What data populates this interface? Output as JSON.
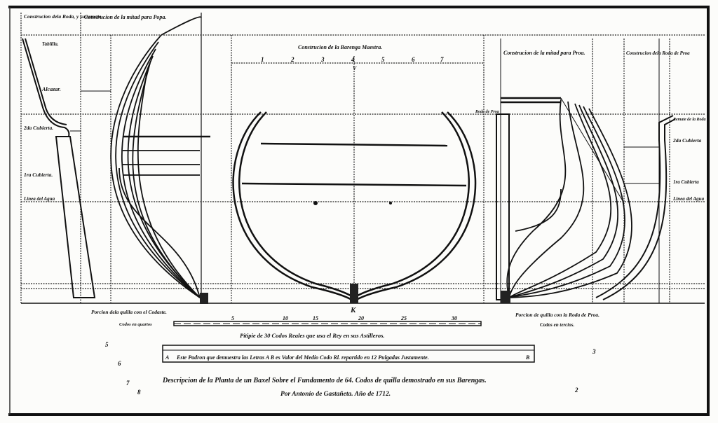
{
  "stern": {
    "roda_title": "Construcion dela Roda, y su remate.",
    "half_title": "Construcion de la mitad para Popa.",
    "labels": {
      "tablilla": "Tablilla.",
      "alcazar": "Alcazar.",
      "cubierta2": "2da Cubierta.",
      "cubierta1": "1ra Cubierta.",
      "linea_agua": "Linea del Agua"
    },
    "keel_note": "Porcion dela quilla con el Codaste.",
    "codos_note": "Codos en quartos"
  },
  "midship": {
    "title": "Construcion de la Barenga Maestra.",
    "stations": [
      "1",
      "2",
      "3",
      "4",
      "5",
      "6",
      "7"
    ],
    "center_letter": "V",
    "keel_letter": "K"
  },
  "bow": {
    "half_title": "Construcion de la mitad para Proa.",
    "roda_title": "Construcion dela Roda de Proa",
    "labels": {
      "roda": "Roda de Proa",
      "remate": "Remate de la Roda",
      "cubierta2": "2da Cubierta",
      "cubierta1": "1ra Cubierta",
      "linea_agua": "Linea del Agua"
    },
    "keel_note": "Porcion de quilla con la Roda de Proa.",
    "codos_note": "Codos en tercios."
  },
  "scale": {
    "ticks": [
      "5",
      "10",
      "15",
      "20",
      "25",
      "30"
    ],
    "caption": "Pitipie de 30 Codos Reales que usa el Rey en sus Astilleros."
  },
  "pattern_bar": {
    "start": "A",
    "text": "Este Padron que demuestra las Letras A B es Valor del Medio Codo Rl. repartido en 12 Pulgadas Justamente.",
    "end": "B"
  },
  "caption": {
    "line1": "Descripcion de la Planta de un Baxel Sobre el Fundamento de 64. Codos de quilla demostrado en sus Barengas.",
    "line2": "Por Antonio de Gastañeta. Año de 1712."
  },
  "margin_marks": [
    "5",
    "6",
    "7",
    "8",
    "3",
    "2"
  ]
}
